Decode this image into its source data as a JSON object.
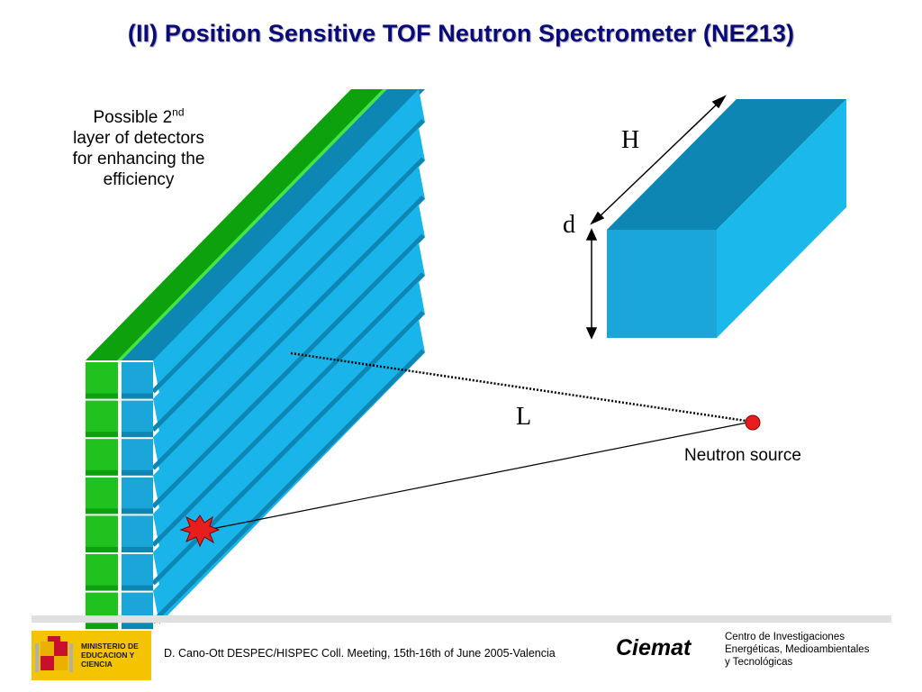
{
  "title": "(II) Position Sensitive TOF Neutron Spectrometer (NE213)",
  "note": {
    "prefix": "Possible 2",
    "sup": "nd",
    "rest": "layer of detectors for enhancing the efficiency"
  },
  "labels": {
    "H": "H",
    "d": "d",
    "L": "L",
    "source": "Neutron source"
  },
  "footer": {
    "ministry": "MINISTERIO DE EDUCACION Y CIENCIA",
    "credit": "D. Cano-Ott DESPEC/HISPEC Coll. Meeting, 15th-16th of June 2005-Valencia",
    "brand": "Ciemat",
    "centre_line1": "Centro de Investigaciones",
    "centre_line2": "Energéticas, Medioambientales",
    "centre_line3": "y  Tecnológicas"
  },
  "colors": {
    "title": "#0a0a7a",
    "blue_front": "#1aa6d8",
    "blue_top": "#0d86b4",
    "green_front": "#1fc21f",
    "green_top": "#0ea10e",
    "source": "#e61e1e",
    "hit": "#e61e1e"
  }
}
